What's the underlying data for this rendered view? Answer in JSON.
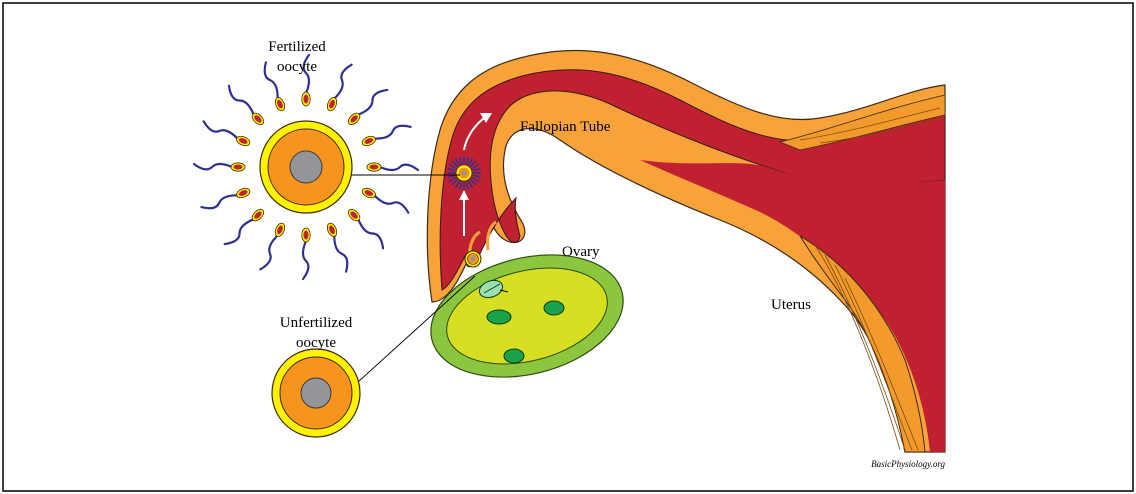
{
  "labels": {
    "fertilized_line1": "Fertilized",
    "fertilized_line2": "oocyte",
    "unfertilized_line1": "Unfertilized",
    "unfertilized_line2": "oocyte",
    "fallopian_tube": "Fallopian Tube",
    "ovary": "Ovary",
    "uterus": "Uterus"
  },
  "watermark": "BasicPhysiology.org",
  "colors": {
    "tube_outer": "#f7a33a",
    "tube_inner": "#c02130",
    "uterus_wall": "#f39a2c",
    "ovary_outer": "#8cc63f",
    "ovary_inner": "#d7df23",
    "follicle": "#1aa24a",
    "oocyte_zona": "#fff200",
    "oocyte_cytoplasm": "#f7941d",
    "oocyte_nucleus": "#939598",
    "sperm_tail": "#2e3192",
    "arrow": "#ffffff"
  }
}
